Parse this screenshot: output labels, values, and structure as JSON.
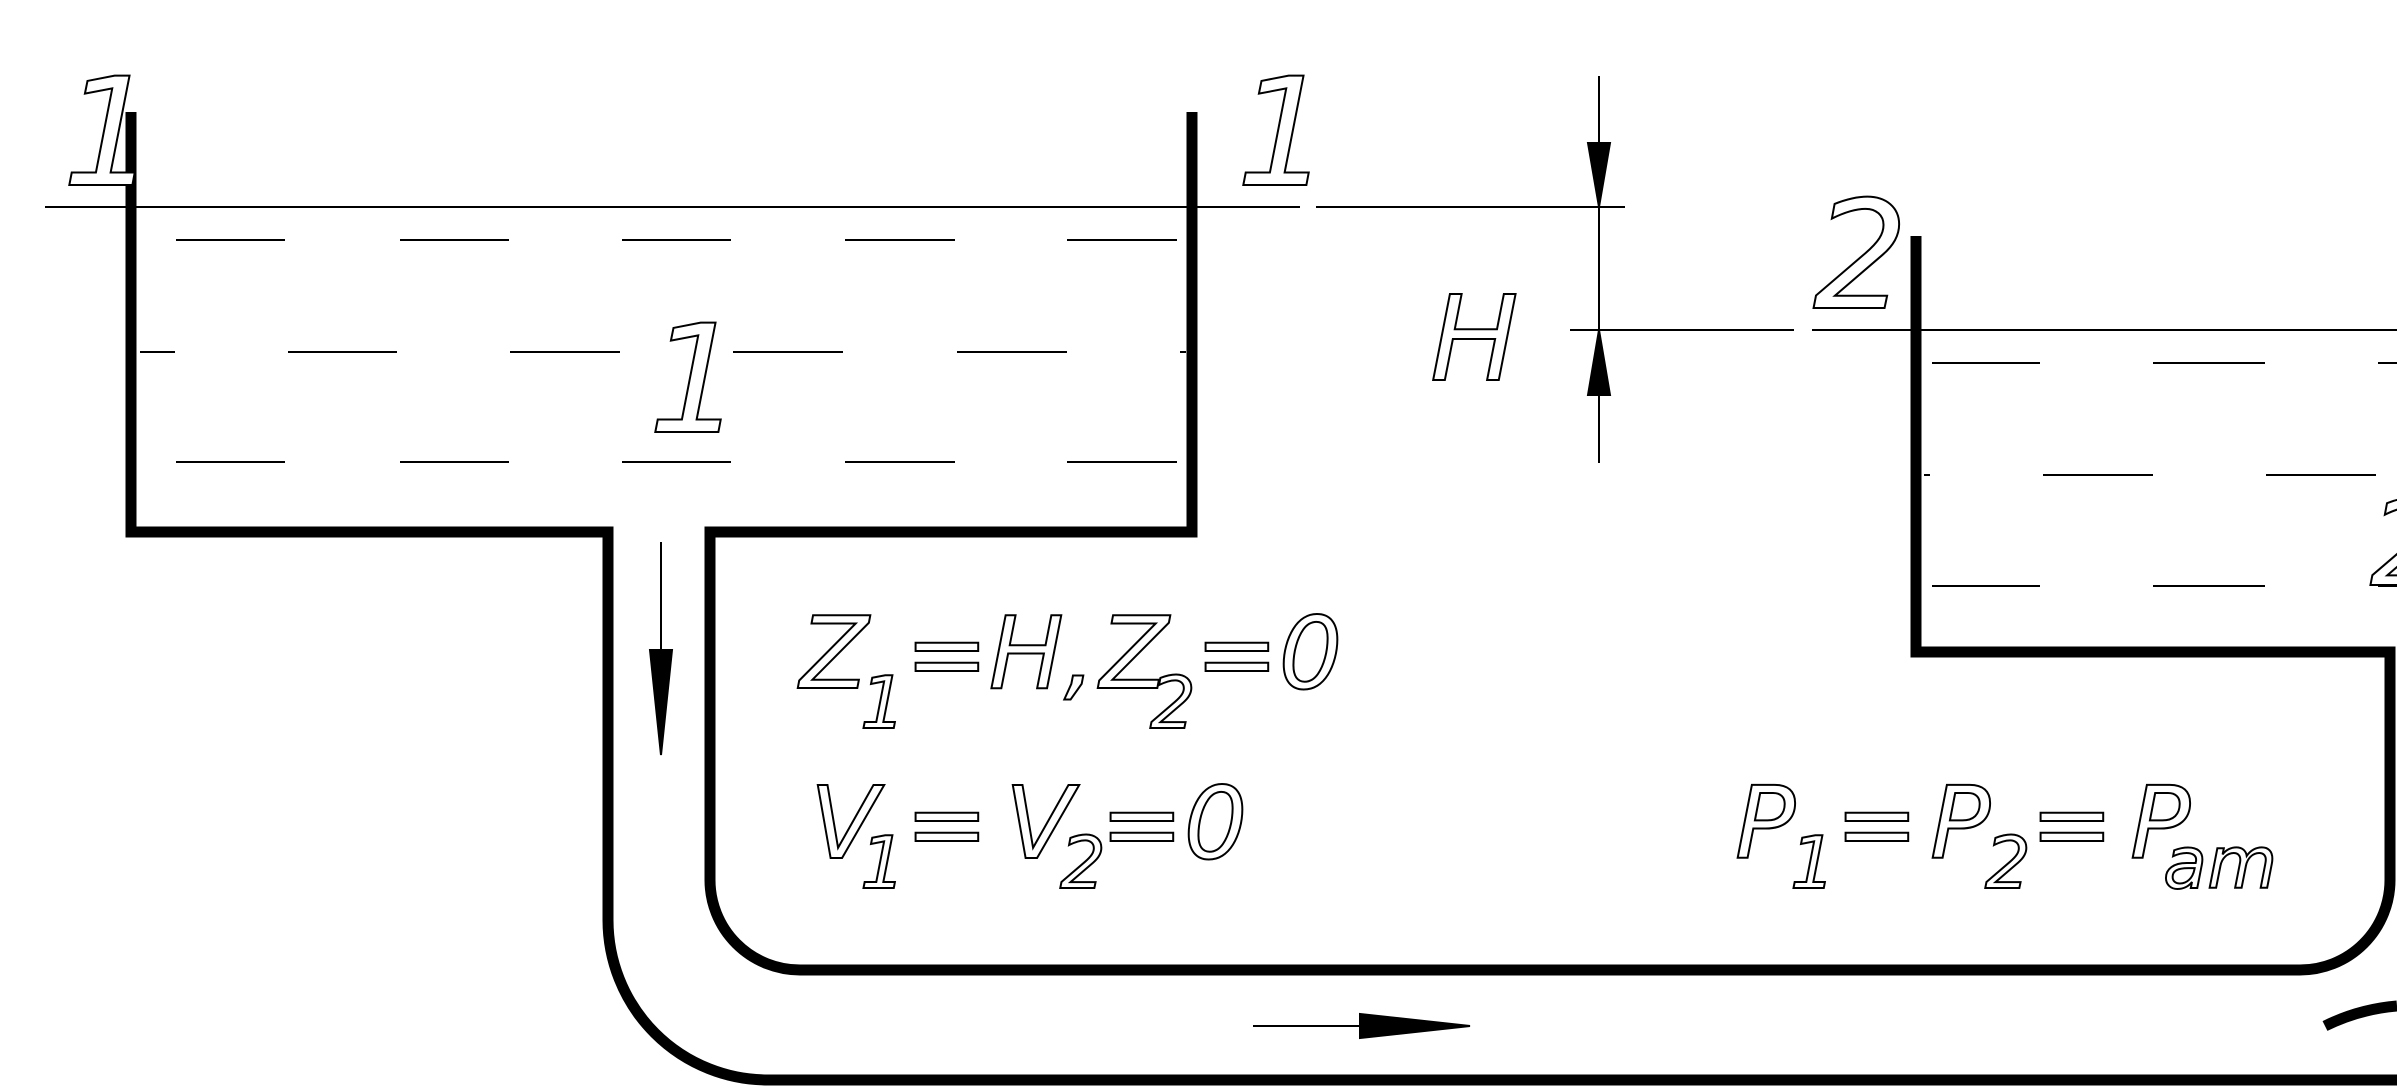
{
  "section_labels": {
    "left_1": "1",
    "right_1": "1",
    "middle_1": "1",
    "section_2": "2",
    "section_2_partial": "2"
  },
  "dimension_label": "H",
  "equations": {
    "z_line": {
      "z1_symbol": "Z",
      "z1_sub": "1",
      "z1_rest": " =H,",
      "z2_symbol": "Z",
      "z2_sub": "2",
      "z2_rest": " =0"
    },
    "v_line": {
      "v1_symbol": "V",
      "v1_sub": "1",
      "v1_rest": " =",
      "v2_symbol": "V",
      "v2_sub": "2",
      "v2_rest": " =0"
    },
    "p_line": {
      "p1_symbol": "P",
      "p1_sub": "1",
      "p1_rest": " =",
      "p2_symbol": "P",
      "p2_sub": "2",
      "p2_rest": " =",
      "pam_symbol": "P",
      "pam_sub": "am"
    }
  }
}
